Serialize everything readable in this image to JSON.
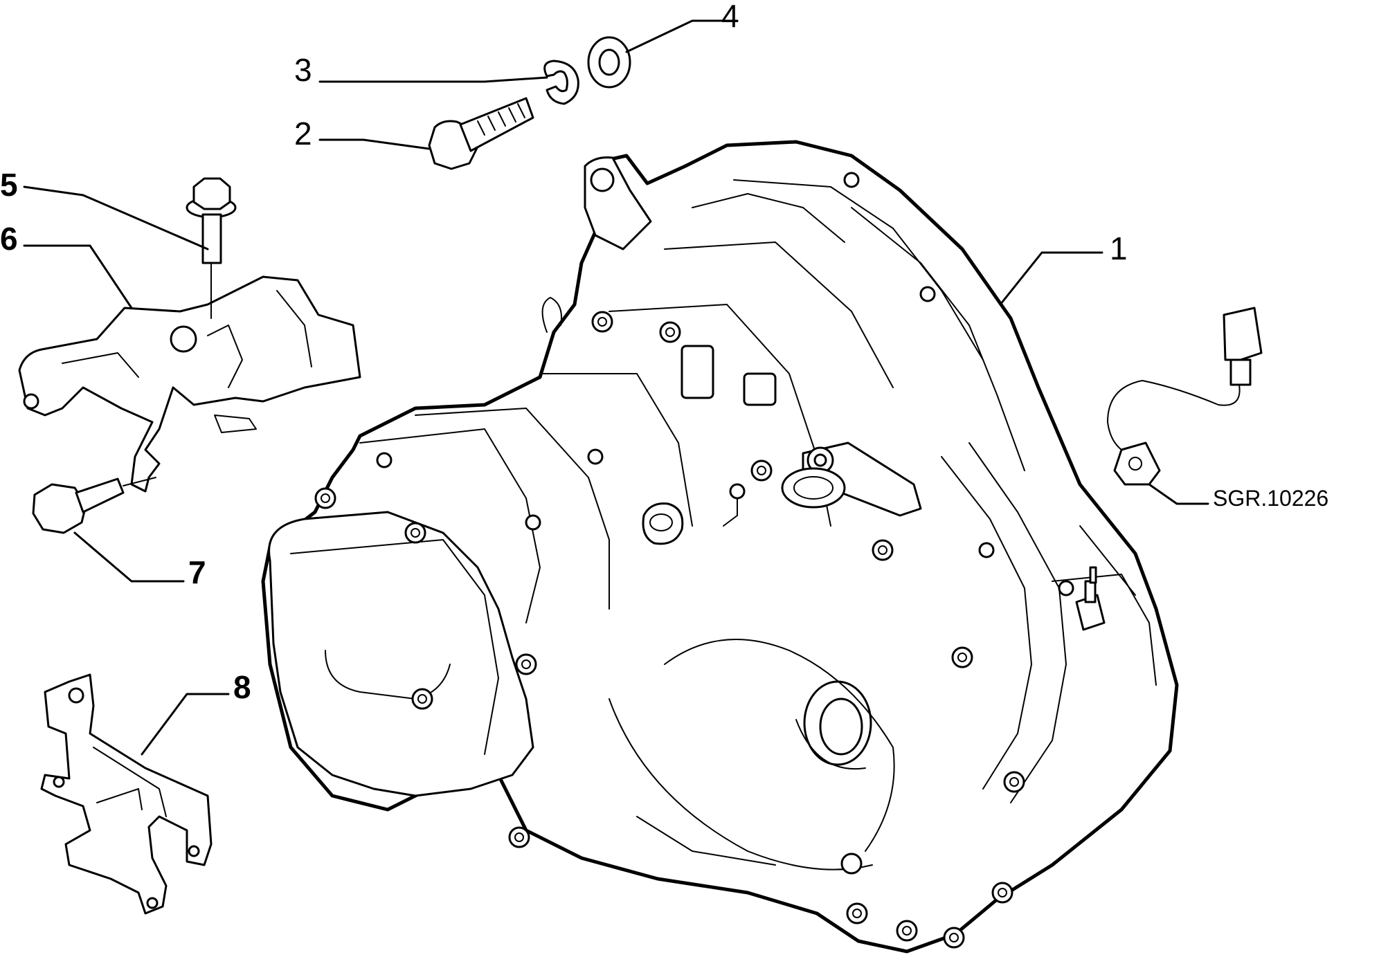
{
  "callouts": {
    "c1": "1",
    "c2": "2",
    "c3": "3",
    "c4": "4",
    "c5": "5",
    "c6": "6",
    "c7": "7",
    "c8": "8"
  },
  "drawing_ref": "SGR.10226",
  "colors": {
    "ink": "#000000",
    "paper": "#ffffff"
  }
}
